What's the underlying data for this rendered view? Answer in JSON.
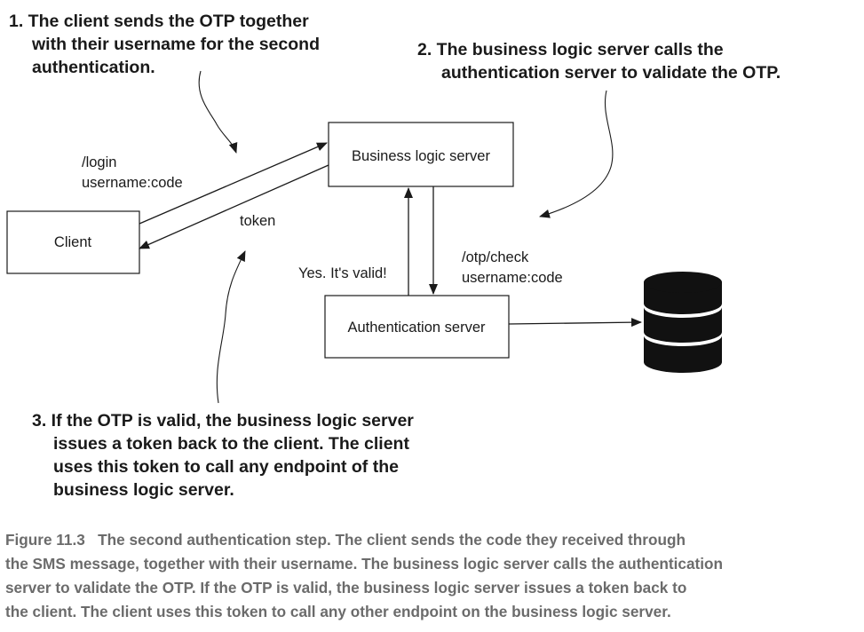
{
  "callouts": {
    "step1": [
      "1. The client sends the OTP together",
      "with their username for the second",
      "authentication."
    ],
    "step2": [
      "2. The business logic server calls the",
      "authentication server to validate the OTP."
    ],
    "step3": [
      "3. If the OTP is valid, the business logic server",
      "issues a token back to the client. The client",
      "uses this token to call any endpoint of the",
      "business logic server."
    ]
  },
  "nodes": {
    "client": "Client",
    "business_logic_server": "Business logic server",
    "authentication_server": "Authentication server"
  },
  "edge_labels": {
    "login_path": "/login",
    "login_body": "username:code",
    "token": "token",
    "otp_check_path": "/otp/check",
    "otp_check_body": "username:code",
    "valid_reply": "Yes. It's valid!"
  },
  "caption": {
    "lines": [
      "Figure 11.3   The second authentication step. The client sends the code they received through",
      "the SMS message, together with their username. The business logic server calls the authentication",
      "server to validate the OTP. If the OTP is valid, the business logic server issues a token back to",
      "the client. The client uses this token to call any other endpoint on the business logic server."
    ]
  },
  "colors": {
    "ink": "#1a1a1a",
    "caption": "#6b6b6b",
    "database": "#111111"
  }
}
